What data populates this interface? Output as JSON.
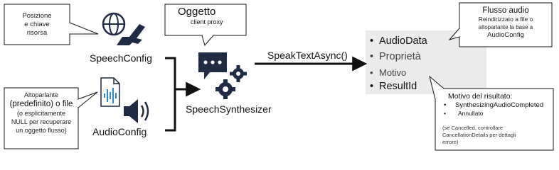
{
  "callouts": {
    "key": {
      "line1": "Posizione",
      "line2": "e chiave",
      "line3": "risorsa"
    },
    "speaker": {
      "line1": "Altoparlante",
      "line2": "(predefinito) o file",
      "line3": "(o esplicitamente",
      "line4": "NULL per recuperare",
      "line5": "un oggetto flusso)"
    },
    "object": {
      "title": "Oggetto",
      "subtitle": "client proxy"
    },
    "audio_stream": {
      "title": "Flusso audio",
      "line1": "Reindirizzato a file o",
      "line2": "altoparlante la base a",
      "line3": "AudioConfig"
    },
    "reason": {
      "title": "Motivo del risultato:",
      "item1": "SynthesizingAudioCompleted",
      "item2": "Annullato",
      "note1": "(se Cancelled, controllare",
      "note2": "CancellationDetails per dettagli",
      "note3": "errore)"
    }
  },
  "nodes": {
    "speech_config": "SpeechConfig",
    "audio_config": "AudioConfig",
    "synthesizer": "SpeechSynthesizer",
    "method": "SpeakTextAsync()"
  },
  "result_items": [
    {
      "bullet": "•",
      "label": "AudioData"
    },
    {
      "bullet": "•",
      "label": "Proprietà"
    },
    {
      "bullet": "•",
      "label": "Motivo"
    },
    {
      "bullet": "•",
      "label": "ResultId"
    }
  ],
  "colors": {
    "icon": "#1f2a44",
    "wave": "#2b88d8",
    "panel": "#ebebeb",
    "line": "#111111"
  },
  "icons": [
    "globe-icon",
    "key-icon",
    "chat-icon",
    "gear-icon",
    "audio-file-icon",
    "speaker-icon"
  ]
}
